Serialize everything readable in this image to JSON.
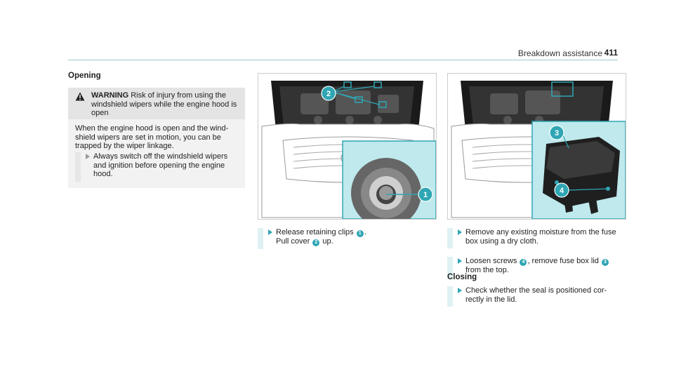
{
  "header": {
    "title": "Breakdown assistance",
    "page": "411"
  },
  "opening": {
    "heading": "Opening",
    "warning": {
      "keyword": "WARNING",
      "text": "Risk of injury from using the windshield wipers while the engine hood is open",
      "body": "When the engine hood is open and the wind-shield wipers are set in motion, you can be trapped by the wiper linkage.",
      "step": "Always switch off the windshield wipers and ignition before opening the engine hood."
    }
  },
  "middle": {
    "step_a1": "Release retaining clips",
    "step_a_n1": "1",
    "step_a2": ".",
    "step_b1": "Pull cover",
    "step_b_n": "2",
    "step_b2": "up."
  },
  "right": {
    "step1": "Remove any existing moisture from the fuse box using a dry cloth.",
    "step2_a": "Loosen screws",
    "step2_n1": "4",
    "step2_b": ", remove fuse box lid",
    "step2_n2": "3",
    "step2_c": "from the top.",
    "closing_heading": "Closing",
    "closing_step": "Check whether the seal is positioned cor-rectly in the lid."
  },
  "figures": {
    "fig1_callouts": [
      "1",
      "2"
    ],
    "fig2_callouts": [
      "3",
      "4"
    ]
  },
  "colors": {
    "accent": "#2fa6b4",
    "inset": "#bfe9ed",
    "rule": "#9ec9cc"
  }
}
